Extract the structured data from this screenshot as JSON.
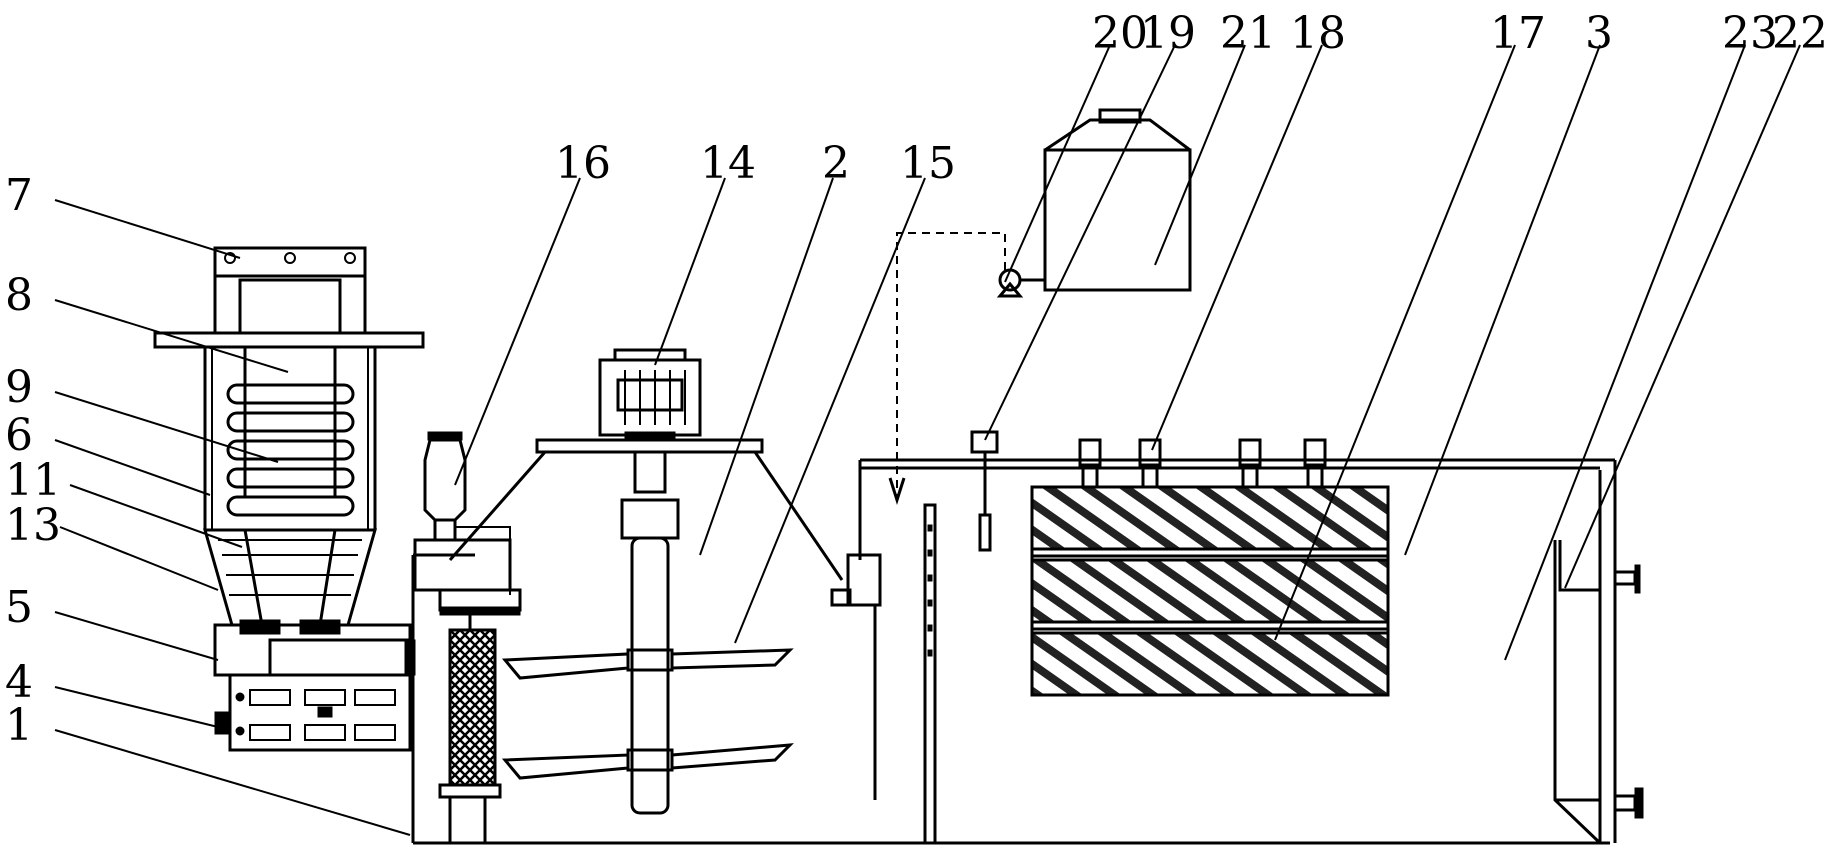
{
  "labels": {
    "l7": "7",
    "l8": "8",
    "l9": "9",
    "l6": "6",
    "l11": "11",
    "l13": "13",
    "l5": "5",
    "l4": "4",
    "l1": "1",
    "l16": "16",
    "l14": "14",
    "l2": "2",
    "l15": "15",
    "l20": "20",
    "l19": "19",
    "l21": "21",
    "l18": "18",
    "l17": "17",
    "l3": "3",
    "l23": "23",
    "l22": "22"
  }
}
